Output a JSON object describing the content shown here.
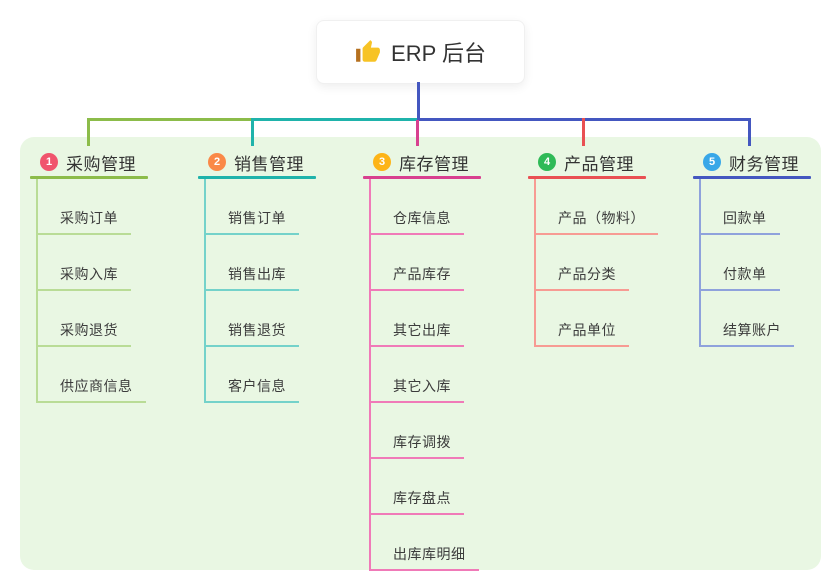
{
  "root": {
    "label": "ERP 后台",
    "icon": "thumbs-up-icon",
    "line_color": "#4457c0"
  },
  "panel": {
    "background": "#e9f7e3"
  },
  "branches": [
    {
      "number": "1",
      "label": "采购管理",
      "colors": {
        "main": "#8cbc4a",
        "light": "#b9dc96",
        "badge": "#f0556d"
      },
      "children": [
        "采购订单",
        "采购入库",
        "采购退货",
        "供应商信息"
      ]
    },
    {
      "number": "2",
      "label": "销售管理",
      "colors": {
        "main": "#1fb3ab",
        "light": "#74d2ca",
        "badge": "#fa8948"
      },
      "children": [
        "销售订单",
        "销售出库",
        "销售退货",
        "客户信息"
      ]
    },
    {
      "number": "3",
      "label": "库存管理",
      "colors": {
        "main": "#d8408f",
        "light": "#f07ab8",
        "badge": "#fdb417"
      },
      "children": [
        "仓库信息",
        "产品库存",
        "其它出库",
        "其它入库",
        "库存调拨",
        "库存盘点",
        "出库库明细"
      ]
    },
    {
      "number": "4",
      "label": "产品管理",
      "colors": {
        "main": "#e95053",
        "light": "#f79b93",
        "badge": "#2fba57"
      },
      "children": [
        "产品（物料）",
        "产品分类",
        "产品单位"
      ]
    },
    {
      "number": "5",
      "label": "财务管理",
      "colors": {
        "main": "#4457c0",
        "light": "#8fa2dc",
        "badge": "#38a7e8"
      },
      "children": [
        "回款单",
        "付款单",
        "结算账户"
      ]
    }
  ]
}
